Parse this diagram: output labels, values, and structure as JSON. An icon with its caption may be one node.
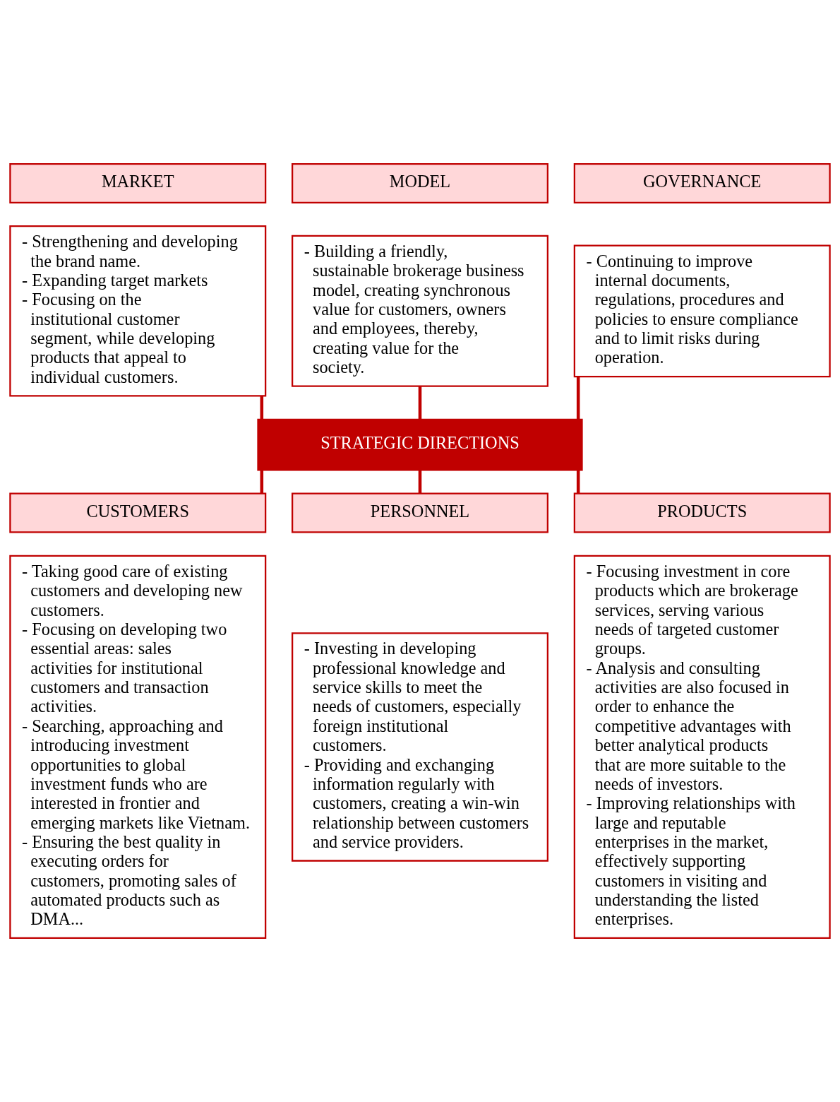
{
  "diagram": {
    "nodes": [
      {
        "text": [
          "MARKET"
        ]
      },
      {
        "text": [
          "- Strengthening and developing the brand name.",
          "- Expanding target markets",
          "- Focusing on the institutional customer segment, while developing products that appeal to individual customers."
        ]
      },
      {
        "text": [
          "MODEL"
        ]
      },
      {
        "text": [
          "- Building a friendly, sustainable brokerage business model, creating synchronous value for customers, owners and employees, thereby, creating value for the society."
        ]
      },
      {
        "text": [
          "GOVERNANCE"
        ]
      },
      {
        "text": [
          "- Continuing to improve internal documents, regulations, procedures and policies to ensure compliance and to limit risks during operation."
        ]
      },
      {
        "text": [
          "STRATEGIC DIRECTIONS"
        ]
      },
      {
        "text": [
          "CUSTOMERS"
        ]
      },
      {
        "text": [
          "- Taking good care of existing customers and developing new customers.",
          "- Focusing on developing two essential areas: sales activities for institutional customers and transaction activities.",
          "- Searching, approaching and introducing investment opportunities to global investment funds who are interested in frontier and emerging markets like Vietnam.",
          "- Ensuring the best quality in executing orders for customers, promoting sales of automated products such as DMA..."
        ]
      },
      {
        "text": [
          "PERSONNEL"
        ]
      },
      {
        "text": [
          "- Investing in developing professional knowledge and service skills to meet the needs of customers, especially foreign institutional customers.",
          "- Providing and exchanging information regularly with customers, creating a win-win relationship between customers and service providers."
        ]
      },
      {
        "text": [
          "PRODUCTS"
        ]
      },
      {
        "text": [
          "- Focusing investment in core products which are brokerage services, serving various needs of targeted customer groups.",
          "- Analysis and consulting activities are also focused in order to enhance the competitive advantages with better analytical products that are more suitable to the needs of investors.",
          "- Improving relationships with large and reputable enterprises in the market, effectively supporting customers in visiting and understanding the listed enterprises."
        ]
      }
    ],
    "edges": [
      {
        "from": 1,
        "to": 6,
        "arrow": "none"
      },
      {
        "from": 3,
        "to": 6,
        "arrow": "none"
      },
      {
        "from": 5,
        "to": 6,
        "arrow": "none"
      },
      {
        "from": 6,
        "to": 7,
        "arrow": "none"
      },
      {
        "from": 6,
        "to": 9,
        "arrow": "none"
      },
      {
        "from": 6,
        "to": 11,
        "arrow": "none"
      }
    ]
  }
}
